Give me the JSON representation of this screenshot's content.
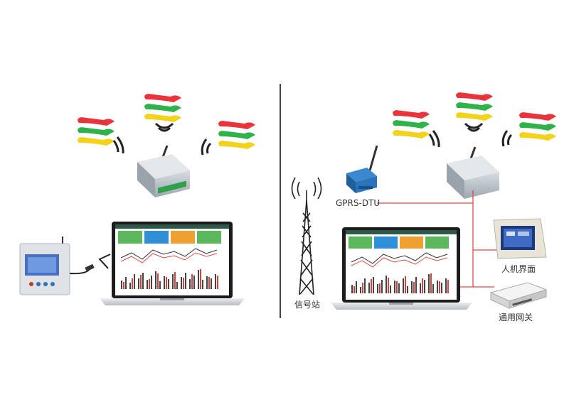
{
  "labels": {
    "gprs_dtu": "GPRS-DTU",
    "signal_station": "信号站",
    "hmi": "人机界面",
    "gateway": "通用网关"
  },
  "colors": {
    "clamp_red": "#e8343a",
    "clamp_green": "#2fb24a",
    "clamp_yellow": "#f2d21b",
    "link_red": "#e04848",
    "dashboard_green": "#5cb85c",
    "dashboard_blue": "#2f8fd8",
    "dashboard_orange": "#f0a030"
  }
}
